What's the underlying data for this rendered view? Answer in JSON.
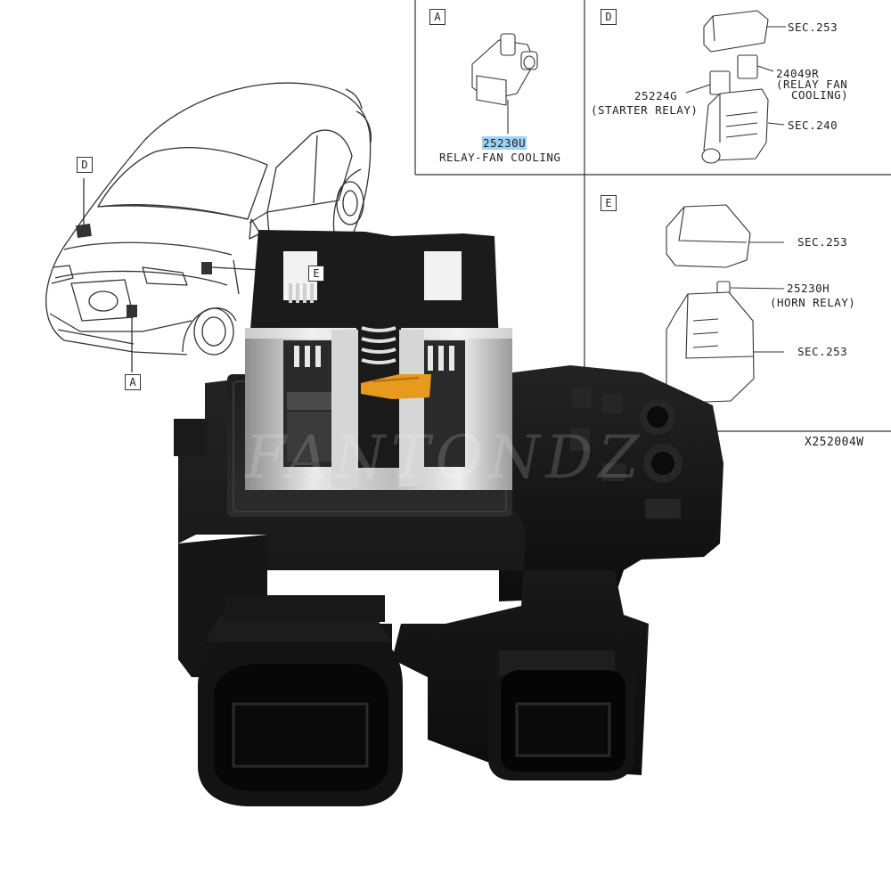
{
  "panels": {
    "a": {
      "tag": "A",
      "part_number": "25230U",
      "part_name": "RELAY-FAN COOLING"
    },
    "d": {
      "tag": "D",
      "callouts": {
        "cover": "SEC.253",
        "fan_relay_number": "24049R",
        "fan_relay_name_line1": "(RELAY FAN",
        "fan_relay_name_line2": "COOLING)",
        "starter_relay_number": "25224G",
        "starter_relay_name": "(STARTER RELAY)",
        "box": "SEC.240"
      }
    },
    "e": {
      "tag": "E",
      "callouts": {
        "cover": "SEC.253",
        "horn_relay_number": "25230H",
        "horn_relay_name": "(HORN RELAY)",
        "box": "SEC.253"
      }
    }
  },
  "car": {
    "markers": [
      "D",
      "E",
      "A"
    ]
  },
  "diagram_code": "X252004W",
  "watermark": "FANTONDZ",
  "colors": {
    "line": "#333333",
    "highlight": "#9fd3f5",
    "relay_body": "#161616",
    "metal": "#c9c9c9"
  }
}
